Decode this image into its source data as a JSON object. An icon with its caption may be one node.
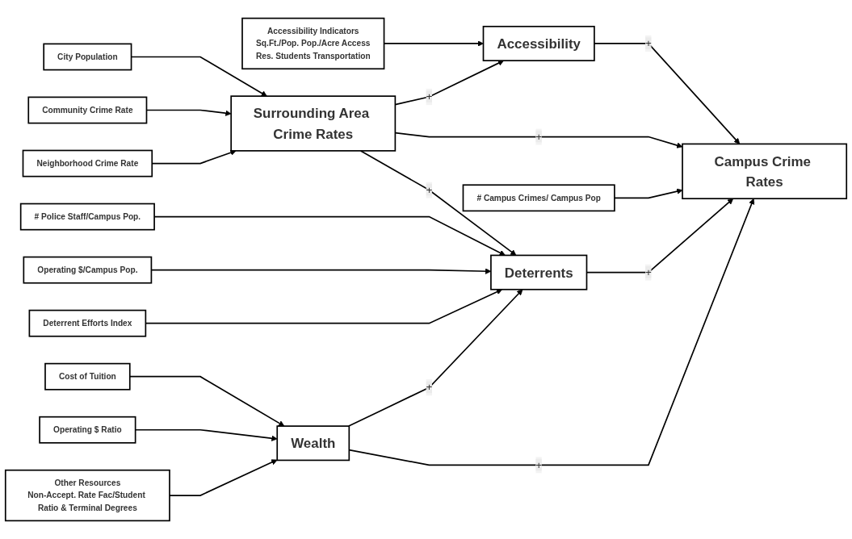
{
  "diagram": {
    "nodes": [
      {
        "text": [
          "Accessibility Indicators",
          "Sq.Ft./Pop. Pop./Acre Access",
          "Res. Students Transportation"
        ]
      },
      {
        "text": [
          "City Population"
        ]
      },
      {
        "text": [
          "# Campus Crimes/ Campus Pop"
        ]
      },
      {
        "text": [
          "Community Crime Rate"
        ]
      },
      {
        "text": [
          "Accessibility"
        ]
      },
      {
        "text": [
          "Surrounding Area Crime Rates"
        ]
      },
      {
        "text": [
          "Campus Crime Rates"
        ]
      },
      {
        "text": [
          "Neighborhood Crime Rate"
        ]
      },
      {
        "text": [
          "Deterrents"
        ]
      },
      {
        "text": [
          "# Police Staff/Campus Pop."
        ]
      },
      {
        "text": [
          "Operating $/Campus Pop."
        ]
      },
      {
        "text": [
          "Deterrent Efforts Index"
        ]
      },
      {
        "text": [
          "Wealth"
        ]
      },
      {
        "text": [
          "Cost of Tuition"
        ]
      },
      {
        "text": [
          "Operating $ Ratio"
        ]
      },
      {
        "text": [
          "Other Resources",
          "Non-Accept. Rate Fac/Student Ratio & Terminal Degrees"
        ]
      }
    ],
    "edges": [
      {
        "from": 1,
        "to": 5,
        "arrow": "to"
      },
      {
        "from": 3,
        "to": 5,
        "arrow": "to"
      },
      {
        "from": 7,
        "to": 5,
        "arrow": "to"
      },
      {
        "from": 0,
        "to": 4,
        "arrow": "to"
      },
      {
        "from": 5,
        "to": 4,
        "arrow": "to",
        "label": "+"
      },
      {
        "from": 4,
        "to": 6,
        "arrow": "to",
        "label": "+"
      },
      {
        "from": 5,
        "to": 6,
        "arrow": "to",
        "label": "+"
      },
      {
        "from": 2,
        "to": 6,
        "arrow": "to"
      },
      {
        "from": 5,
        "to": 8,
        "arrow": "to",
        "label": "+"
      },
      {
        "from": 8,
        "to": 6,
        "arrow": "to",
        "label": "+"
      },
      {
        "from": 9,
        "to": 8,
        "arrow": "to"
      },
      {
        "from": 10,
        "to": 8,
        "arrow": "to"
      },
      {
        "from": 11,
        "to": 8,
        "arrow": "to"
      },
      {
        "from": 12,
        "to": 8,
        "arrow": "to",
        "label": "+"
      },
      {
        "from": 12,
        "to": 6,
        "arrow": "to",
        "label": "+"
      },
      {
        "from": 13,
        "to": 12,
        "arrow": "to"
      },
      {
        "from": 14,
        "to": 12,
        "arrow": "to"
      },
      {
        "from": 15,
        "to": 12,
        "arrow": "to"
      }
    ]
  }
}
